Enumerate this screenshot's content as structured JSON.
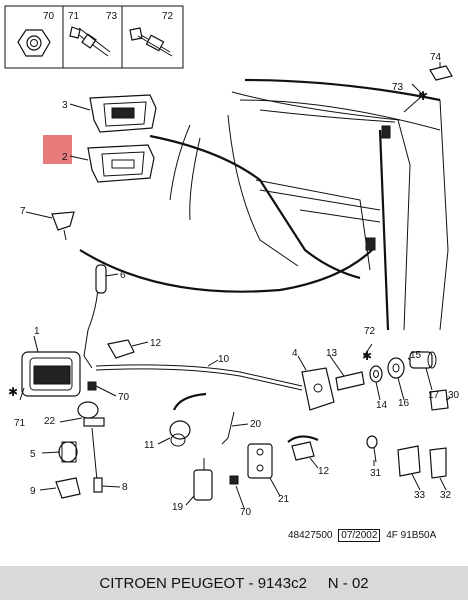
{
  "legend": {
    "boxes": [
      {
        "number": "70"
      },
      {
        "number": "71"
      },
      {
        "number": "73"
      },
      {
        "number": "72"
      }
    ]
  },
  "callouts": {
    "n1": "1",
    "n2": "2",
    "n3": "3",
    "n4": "4",
    "n5": "5",
    "n6": "6",
    "n7": "7",
    "n8": "8",
    "n9": "9",
    "n10": "10",
    "n11": "11",
    "n12a": "12",
    "n12b": "12",
    "n13": "13",
    "n14": "14",
    "n15": "15",
    "n16": "16",
    "n17": "17",
    "n19": "19",
    "n20": "20",
    "n21": "21",
    "n22": "22",
    "n30": "30",
    "n31": "31",
    "n32": "32",
    "n33": "33",
    "n70a": "70",
    "n70b": "70",
    "n71": "71",
    "n72": "72",
    "n73": "73",
    "n74": "74"
  },
  "highlight": {
    "color": "#e87c7c",
    "part": "2"
  },
  "document": {
    "ref_number": "48427500",
    "date": "07/2002",
    "code": "4F 91B50A"
  },
  "caption": {
    "brand": "CITROEN PEUGEOT",
    "separator": " - ",
    "part_number": "9143c2",
    "gap": "     ",
    "page": "N - 02"
  }
}
